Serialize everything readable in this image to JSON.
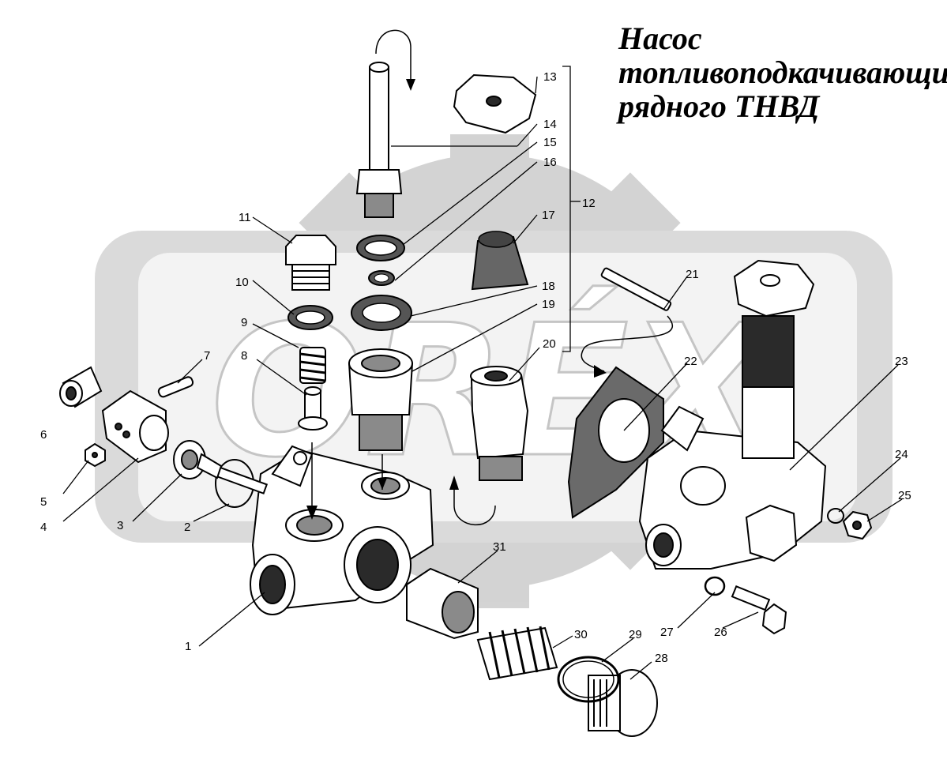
{
  "title": {
    "line1": "Насос",
    "line2": "топливоподкачивающий",
    "line3": "рядного ТНВД"
  },
  "watermark": {
    "text": "ORÉX"
  },
  "callouts": {
    "c1": "1",
    "c2": "2",
    "c3": "3",
    "c4": "4",
    "c5": "5",
    "c6": "6",
    "c7": "7",
    "c8": "8",
    "c9": "9",
    "c10": "10",
    "c11": "11",
    "c12": "12",
    "c13": "13",
    "c14": "14",
    "c15": "15",
    "c16": "16",
    "c17": "17",
    "c18": "18",
    "c19": "19",
    "c20": "20",
    "c21": "21",
    "c22": "22",
    "c23": "23",
    "c24": "24",
    "c25": "25",
    "c26": "26",
    "c27": "27",
    "c28": "28",
    "c29": "29",
    "c30": "30",
    "c31": "31"
  }
}
